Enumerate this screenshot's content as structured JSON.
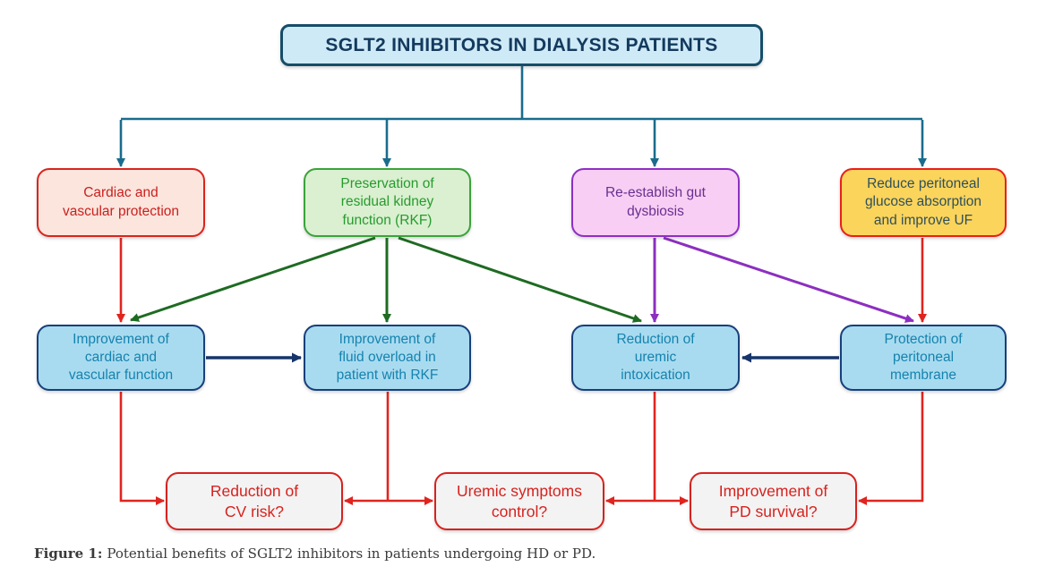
{
  "figure": {
    "title": "SGLT2 INHIBITORS IN DIALYSIS PATIENTS",
    "caption": {
      "label": "Figure 1:",
      "text": "Potential benefits of SGLT2 inhibitors in patients undergoing HD or PD."
    }
  },
  "benefit_boxes": {
    "cardiac": [
      "Cardiac and",
      "vascular protection"
    ],
    "rkf": [
      "Preservation of",
      "residual kidney",
      "function (RKF)"
    ],
    "gut": [
      "Re-establish gut",
      "dysbiosis"
    ],
    "peritoneal": [
      "Reduce peritoneal",
      "glucose absorption",
      "and improve UF"
    ]
  },
  "mechanism_boxes": {
    "cardiac_function": [
      "Improvement of",
      "cardiac and",
      "vascular function"
    ],
    "fluid_overload": [
      "Improvement of",
      "fluid overload in",
      "patient with RKF"
    ],
    "uremic_intoxication": [
      "Reduction of",
      "uremic",
      "intoxication"
    ],
    "peritoneal_membrane": [
      "Protection of",
      "peritoneal",
      "membrane"
    ]
  },
  "outcome_boxes": {
    "cv_risk": [
      "Reduction of",
      "CV risk?"
    ],
    "uremic_symptoms": [
      "Uremic symptoms",
      "control?"
    ],
    "pd_survival": [
      "Improvement of",
      "PD survival?"
    ]
  },
  "colors": {
    "connector_teal": "#1a6c8c",
    "arrow_red": "#e0241f",
    "arrow_green": "#1e6b22",
    "arrow_purple": "#8c2fc0",
    "arrow_navy": "#17356b",
    "title_fill": "#cfeaf7",
    "title_border": "#174d68",
    "cardiac_fill": "#fbe5dd",
    "cardiac_border": "#d9251d",
    "rkf_fill": "#daf0d0",
    "rkf_border": "#3ba33b",
    "gut_fill": "#f8cef5",
    "gut_border": "#8e2fc4",
    "peritoneal_fill": "#fbd45c",
    "peritoneal_border": "#e8201a",
    "mechanism_fill": "#a9dbf0",
    "mechanism_border": "#17407b",
    "outcome_fill": "#f3f3f3",
    "outcome_border": "#d6221e"
  }
}
